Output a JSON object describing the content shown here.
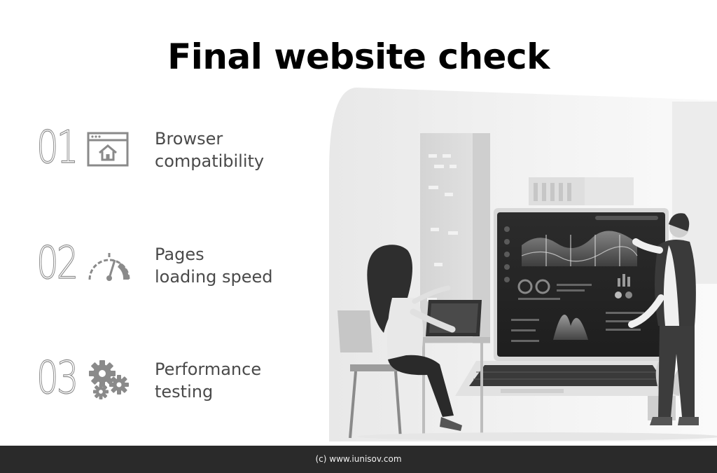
{
  "title": "Final website check",
  "items": [
    {
      "number": "01",
      "icon": "browser-home-icon",
      "line1": "Browser",
      "line2": "compatibility"
    },
    {
      "number": "02",
      "icon": "speedometer-icon",
      "line1": "Pages",
      "line2": "loading speed"
    },
    {
      "number": "03",
      "icon": "gears-icon",
      "line1": "Performance",
      "line2": "testing"
    }
  ],
  "footer": "(c) www.iunisov.com",
  "colors": {
    "title": "#000000",
    "label": "#4a4a4a",
    "icon": "#8a8a8a",
    "footer_bg": "#2a2a2a"
  }
}
